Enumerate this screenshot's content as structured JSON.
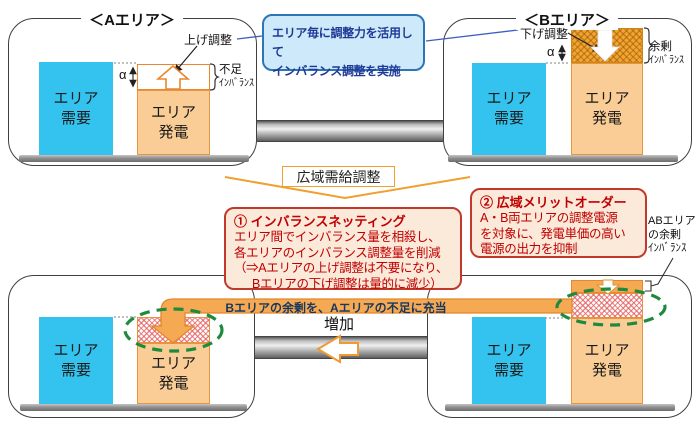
{
  "colors": {
    "demand_cyan": "#33C3EE",
    "generation_orange": "#FACD96",
    "pipe_orange": "#F6A953",
    "accent_orange": "#F0A030",
    "red_text": "#C00000",
    "note_blue_border": "#2E75B6",
    "note_blue_bg": "#CDE9FA",
    "navy_text": "#17375E",
    "green_dashed": "#1E8A3E"
  },
  "note": {
    "text": "エリア毎に調整力を活用して\nインバランス調整を実施"
  },
  "center": {
    "arrow_label": "広域需給調整"
  },
  "areas": {
    "top_a": {
      "title": "＜Aエリア＞",
      "demand": "エリア\n需要",
      "generation": "エリア\n発電",
      "adjust": "上げ調整",
      "alpha": "α",
      "imbalance_l1": "不足",
      "imbalance_l2": "ｲﾝﾊﾞﾗﾝｽ"
    },
    "top_b": {
      "title": "＜Bエリア＞",
      "demand": "エリア\n需要",
      "generation": "エリア\n発電",
      "adjust": "下げ調整",
      "alpha": "α",
      "imbalance_l1": "余剰",
      "imbalance_l2": "ｲﾝﾊﾞﾗﾝｽ"
    },
    "bottom_a": {
      "demand": "エリア\n需要",
      "generation": "エリア\n発電"
    },
    "bottom_b": {
      "demand": "エリア\n需要",
      "generation": "エリア\n発電"
    }
  },
  "box1": {
    "title": "① インバランスネッティング",
    "line1": "エリア間でインバランス量を相殺し、",
    "line2": "各エリアのインバランス調整量を削減",
    "line3": "（⇒Aエリアの上げ調整は不要になり、",
    "line4": "Bエリアの下げ調整は量的に減少）"
  },
  "box2": {
    "title": "② 広域メリットオーダー",
    "line1": "A・B両エリアの調整電源",
    "line2": "を対象に、発電単価の高い",
    "line3": "電源の出力を抑制"
  },
  "bottom": {
    "transfer_label": "Bエリアの余剰を、Aエリアの不足に充当",
    "increase": "増加",
    "ab_surplus_label": "ABエリア\nの余剰\nｲﾝﾊﾞﾗﾝｽ"
  }
}
